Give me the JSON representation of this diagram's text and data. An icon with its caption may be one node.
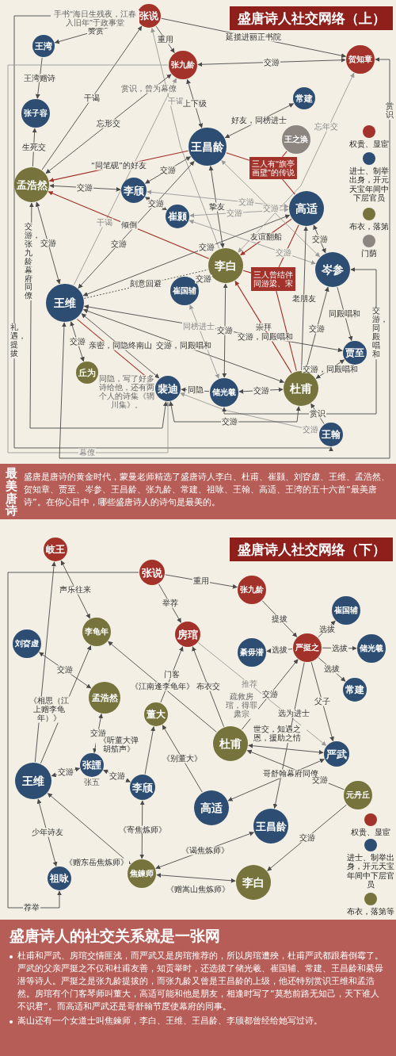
{
  "diagram": {
    "title": "盛唐诗人社交网络（上）",
    "nodes": [
      {
        "text": [
          "张说"
        ]
      },
      {
        "text": [
          "王湾"
        ]
      },
      {
        "text": [
          "张九龄"
        ]
      },
      {
        "text": [
          "贺知章"
        ]
      },
      {
        "text": [
          "张子容"
        ]
      },
      {
        "text": [
          "常建"
        ]
      },
      {
        "text": [
          "王之涣"
        ]
      },
      {
        "text": [
          "王昌龄"
        ]
      },
      {
        "text": [
          "孟浩然"
        ]
      },
      {
        "text": [
          "李颀"
        ]
      },
      {
        "text": [
          "崔颢"
        ]
      },
      {
        "text": [
          "高适"
        ]
      },
      {
        "text": [
          "李白"
        ]
      },
      {
        "text": [
          "岑参"
        ]
      },
      {
        "text": [
          "崔国辅"
        ]
      },
      {
        "text": [
          "王维"
        ]
      },
      {
        "text": [
          "贾至"
        ]
      },
      {
        "text": [
          "丘为"
        ]
      },
      {
        "text": [
          "裴迪"
        ]
      },
      {
        "text": [
          "储光羲"
        ]
      },
      {
        "text": [
          "杜甫"
        ]
      },
      {
        "text": [
          "王翰"
        ]
      },
      {
        "text": [
          "三人有“旗亭画壁”的传说"
        ]
      },
      {
        "text": [
          "三人曾结伴同游梁、宋"
        ]
      },
      {
        "text": [
          "岐王"
        ]
      },
      {
        "text": [
          "张说"
        ]
      },
      {
        "text": [
          "张九龄"
        ]
      },
      {
        "text": [
          "崔国辅"
        ]
      },
      {
        "text": [
          "李龟年"
        ]
      },
      {
        "text": [
          "刘昚虚"
        ]
      },
      {
        "text": [
          "房琯"
        ]
      },
      {
        "text": [
          "綦毋潜"
        ]
      },
      {
        "text": [
          "严挺之"
        ]
      },
      {
        "text": [
          "储光羲"
        ]
      },
      {
        "text": [
          "孟浩然"
        ]
      },
      {
        "text": [
          "常建"
        ]
      },
      {
        "text": [
          "董大"
        ]
      },
      {
        "text": [
          "杜甫"
        ]
      },
      {
        "text": [
          "严武"
        ]
      },
      {
        "text": [
          "张諲"
        ],
        "beside": [
          "张五"
        ]
      },
      {
        "text": [
          "王维"
        ]
      },
      {
        "text": [
          "李颀"
        ]
      },
      {
        "text": [
          "高适"
        ]
      },
      {
        "text": [
          "元丹丘"
        ]
      },
      {
        "text": [
          "王昌龄"
        ]
      },
      {
        "text": [
          "祖咏"
        ]
      },
      {
        "text": [
          "焦鍊师"
        ]
      },
      {
        "text": [
          "李白"
        ]
      }
    ],
    "edges": [
      {
        "from": 0,
        "to": 1,
        "arrow": "to",
        "label": "赞赏"
      },
      {
        "from": 0,
        "to": 2,
        "arrow": "to",
        "label": "重用"
      },
      {
        "from": 0,
        "to": 3,
        "arrow": "to",
        "label": "延揽进丽正书院"
      },
      {
        "from": 8,
        "to": 0,
        "arrow": "to",
        "label": "干谒"
      },
      {
        "from": 12,
        "to": 0,
        "arrow": "to",
        "label": "干谒",
        "color": "#9a9a9a"
      },
      {
        "from": 15,
        "to": 2,
        "arrow": "to",
        "label": "干谒",
        "color": "#9a9a9a"
      },
      {
        "from": 1,
        "to": 4,
        "arrow": "to",
        "label": "王湾赠诗"
      },
      {
        "from": 8,
        "to": 4,
        "arrow": "to",
        "label": "生死交"
      },
      {
        "from": 8,
        "to": 2,
        "arrow": "both",
        "label": "忘形交"
      },
      {
        "from": 2,
        "to": 3,
        "arrow": "both",
        "label": "交游"
      },
      {
        "from": 2,
        "to": 7,
        "arrow": "both",
        "label": "上下级"
      },
      {
        "from": 7,
        "to": 5,
        "arrow": "both",
        "label": "好友，同榜进士"
      },
      {
        "from": 7,
        "to": 8,
        "arrow": "to",
        "label": "“同笔砚”的好友",
        "color": "#a3322a"
      },
      {
        "from": 8,
        "to": 9,
        "arrow": "both",
        "label": "交游"
      },
      {
        "from": 9,
        "to": 7,
        "arrow": "both",
        "label": "交游"
      },
      {
        "from": 9,
        "to": 10,
        "arrow": "both",
        "label": "交游"
      },
      {
        "from": 7,
        "to": 12,
        "arrow": "both",
        "label": "挚友"
      },
      {
        "from": 12,
        "to": 8,
        "arrow": "to",
        "label": "倾倒",
        "color": "#a3322a"
      },
      {
        "from": 8,
        "to": 15,
        "arrow": "both",
        "label": "交游"
      },
      {
        "from": 15,
        "to": 7,
        "arrow": "both",
        "label": "交游"
      },
      {
        "from": 15,
        "to": 11,
        "arrow": "both",
        "label": "交游"
      },
      {
        "from": 15,
        "to": 12,
        "arrow": "none",
        "label": "刻意回避",
        "style": "dashed"
      },
      {
        "from": 11,
        "to": 12,
        "arrow": "to",
        "label": "友谊翻船",
        "color": "#a3322a"
      },
      {
        "from": 11,
        "to": 13,
        "arrow": "both",
        "label": "交游"
      },
      {
        "from": 9,
        "to": 11,
        "arrow": "both",
        "label": "交游",
        "color": "#9a9a9a"
      },
      {
        "from": 10,
        "to": 11,
        "arrow": "both",
        "label": "交游",
        "color": "#9a9a9a"
      },
      {
        "from": 10,
        "to": 13,
        "arrow": "both",
        "label": "交游",
        "color": "#9a9a9a"
      },
      {
        "from": 7,
        "to": 13,
        "arrow": "both",
        "label": "交游",
        "color": "#9a9a9a"
      },
      {
        "from": 12,
        "to": 14,
        "arrow": "both",
        "label": "交游"
      },
      {
        "from": 3,
        "to": 12,
        "arrow": "both",
        "label": "忘年交",
        "color": "#9a9a9a"
      },
      {
        "from": 13,
        "to": 16,
        "arrow": "to",
        "label": "同殿唱和"
      },
      {
        "from": 15,
        "to": 16,
        "arrow": "both",
        "label": "交游，同殿唱和"
      },
      {
        "from": 15,
        "to": 20,
        "arrow": "both",
        "label": "交游，同殿唱和"
      },
      {
        "from": 15,
        "to": 18,
        "arrow": "both",
        "label": "亲密，同隐终南山"
      },
      {
        "from": 15,
        "to": 18,
        "arrow": "to",
        "color": "#a3322a"
      },
      {
        "from": 15,
        "to": 17,
        "arrow": "both",
        "label": "交游"
      },
      {
        "from": 19,
        "to": 18,
        "arrow": "to",
        "label": "同隐"
      },
      {
        "from": 19,
        "to": 20,
        "arrow": "both",
        "label": "交游"
      },
      {
        "from": 20,
        "to": 16,
        "arrow": "both",
        "label": "交游，同殿唱和"
      },
      {
        "from": 21,
        "to": 20,
        "arrow": "to",
        "label": "赏识"
      },
      {
        "from": 21,
        "to": 18,
        "arrow": "both",
        "label": "交游",
        "color": "#9a9a9a"
      },
      {
        "from": 20,
        "to": 12,
        "arrow": "to",
        "label": "崇拜",
        "color": "#a3322a"
      },
      {
        "from": 20,
        "to": 11,
        "arrow": "to",
        "label": "老朋友"
      },
      {
        "from": 20,
        "to": 13,
        "arrow": "both",
        "label": "交游"
      },
      {
        "from": 14,
        "to": 19,
        "arrow": "both",
        "label": "同榜进士",
        "color": "#9a9a9a"
      },
      {
        "from": 19,
        "to": 12,
        "arrow": "both",
        "label": "交游"
      },
      {
        "from": 0,
        "to": 21,
        "arrow": "to",
        "label": "礼遇，提拔"
      },
      {
        "from": 2,
        "to": 18,
        "arrow": "to",
        "label": "幕僚",
        "color": "#9a9a9a"
      },
      {
        "from": 3,
        "to": 15,
        "arrow": "both",
        "label": "赏识"
      },
      {
        "from": 13,
        "to": 19,
        "arrow": "both",
        "label": "交游，同殿唱和"
      },
      {
        "from": 8,
        "to": 18,
        "arrow": "both",
        "label": "交游，张九龄幕府同僚"
      },
      {
        "from": 18,
        "to": 20,
        "arrow": "both",
        "label": "交游"
      },
      {
        "from": 22,
        "to": 7,
        "arrow": "none",
        "color": "#a3322a"
      },
      {
        "from": 22,
        "to": 6,
        "arrow": "none",
        "color": "#a3322a"
      },
      {
        "from": 22,
        "to": 11,
        "arrow": "none",
        "color": "#a3322a"
      },
      {
        "from": 23,
        "to": 12,
        "arrow": "none",
        "color": "#a3322a"
      },
      {
        "from": 23,
        "to": 20,
        "arrow": "none",
        "color": "#a3322a"
      },
      {
        "from": 23,
        "to": 11,
        "arrow": "none",
        "color": "#a3322a"
      },
      {
        "from": 24,
        "to": 28,
        "arrow": "both",
        "label": "声乐往来"
      },
      {
        "from": 40,
        "to": 24,
        "arrow": "to"
      },
      {
        "from": 25,
        "to": 45,
        "arrow": "to",
        "label": "荐举"
      },
      {
        "from": 25,
        "to": 26,
        "arrow": "to",
        "label": "重用"
      },
      {
        "from": 25,
        "to": 30,
        "arrow": "to",
        "label": "举荐"
      },
      {
        "from": 26,
        "to": 32,
        "arrow": "to",
        "label": "提拔"
      },
      {
        "from": 32,
        "to": 27,
        "arrow": "to",
        "label": "选拔"
      },
      {
        "from": 32,
        "to": 33,
        "arrow": "to",
        "label": "选拔"
      },
      {
        "from": 32,
        "to": 35,
        "arrow": "to",
        "label": "选拔"
      },
      {
        "from": 32,
        "to": 31,
        "arrow": "to",
        "label": "选拔"
      },
      {
        "from": 32,
        "to": 38,
        "arrow": "to",
        "label": "父子"
      },
      {
        "from": 29,
        "to": 34,
        "arrow": "both",
        "label": "交游"
      },
      {
        "from": 40,
        "to": 28,
        "arrow": "to",
        "label": "《相思（江上赠李龟年）》"
      },
      {
        "from": 37,
        "to": 28,
        "arrow": "to",
        "label": "《江南逢李龟年》"
      },
      {
        "from": 36,
        "to": 30,
        "arrow": "to",
        "label": "门客"
      },
      {
        "from": 37,
        "to": 30,
        "arrow": "to",
        "label": "布衣交"
      },
      {
        "from": 30,
        "to": 38,
        "arrow": "to",
        "label": "推荐",
        "color": "#9a9a9a"
      },
      {
        "from": 37,
        "to": 38,
        "arrow": "both",
        "label": "世交，知遇之恩，援助之情"
      },
      {
        "from": 37,
        "to": 32,
        "arrow": "to",
        "label": "交游"
      },
      {
        "from": 32,
        "to": 44,
        "arrow": "to",
        "label": "选为进士"
      },
      {
        "from": 38,
        "to": 42,
        "arrow": "both",
        "label": "哥舒翰幕府同僚"
      },
      {
        "from": 43,
        "to": 37,
        "arrow": "to",
        "label": "交游"
      },
      {
        "from": 43,
        "to": 47,
        "arrow": "to",
        "label": "交游"
      },
      {
        "from": 34,
        "to": 39,
        "arrow": "both",
        "label": "交游"
      },
      {
        "from": 39,
        "to": 40,
        "arrow": "both",
        "label": "交游"
      },
      {
        "from": 39,
        "to": 41,
        "arrow": "both",
        "label": "交游"
      },
      {
        "from": 41,
        "to": 36,
        "arrow": "to",
        "label": "《听董大弹胡笳声》"
      },
      {
        "from": 42,
        "to": 36,
        "arrow": "to",
        "label": "《别董大》"
      },
      {
        "from": 41,
        "to": 46,
        "arrow": "both",
        "label": "《寄焦炼师》"
      },
      {
        "from": 40,
        "to": 46,
        "arrow": "both",
        "label": "《赠东岳焦炼师》"
      },
      {
        "from": 44,
        "to": 46,
        "arrow": "both",
        "label": "《谒焦炼师》"
      },
      {
        "from": 46,
        "to": 47,
        "arrow": "both",
        "label": "《赠嵩山焦炼师》"
      },
      {
        "from": 40,
        "to": 45,
        "arrow": "both",
        "label": "少年诗友"
      }
    ],
    "labels": [
      "手书“海日生残夜，江春入旧年”于政事堂",
      "赏识，曾为幕僚",
      "同隐，写了好多诗给他，还有两个人的诗集《辋川集》。",
      "最美唐诗",
      "盛唐是唐诗的黄金时代，蒙曼老师精选了盛唐诗人李白、杜甫、崔颢、刘昚虚、王维、孟浩然、贺知章、贾至、岑参、王昌龄、张九龄、常建、祖咏、王翰、高适、王湾的五十六首“最美唐诗”。在你心目中，哪些盛唐诗人的诗句是最美的。",
      "盛唐诗人社交网络（下）",
      "疏救房琯，得罪肃宗",
      "盛唐诗人的社交关系就是一张网",
      "杜甫和严武、房琯交情匪浅，而严武又是房琯推荐的，所以房琯遭殃，杜甫严武都跟着倒霉了。严武的父亲严挺之不仅和杜甫友善，知贡举时，还选拔了储光羲、崔国辅、常建、王昌龄和綦毋潜等诗人。严挺之是张九龄提拔的，而张九龄又曾是王昌龄的上级，他还特别赏识王维和孟浩然。房琯有个门客琴师叫董大，高适可能和他是朋友，相逢时写了“莫愁前路无知己，天下谁人不识君”。而高适和严武还是哥舒翰节度使幕府的同事。",
      "嵩山还有一个女道士叫焦鍊师，李白、王维、王昌龄、李颀都曾经给她写过诗。"
    ],
    "legend": [
      {
        "text": "权贵、显宦",
        "color": "#a3322a"
      },
      {
        "text": "进士、制举出身，开元天宝年间中下层官员",
        "color": "#2d4e72"
      },
      {
        "text": "布衣，落第",
        "color": "#76743c"
      },
      {
        "text": "门荫",
        "color": "#8d8580"
      },
      {
        "text": "权贵、显宦",
        "color": "#a3322a"
      },
      {
        "text": "进士、制举出身，开元天宝年间中下层官员",
        "color": "#2d4e72"
      },
      {
        "text": "布衣，落第等",
        "color": "#76743c"
      }
    ]
  }
}
